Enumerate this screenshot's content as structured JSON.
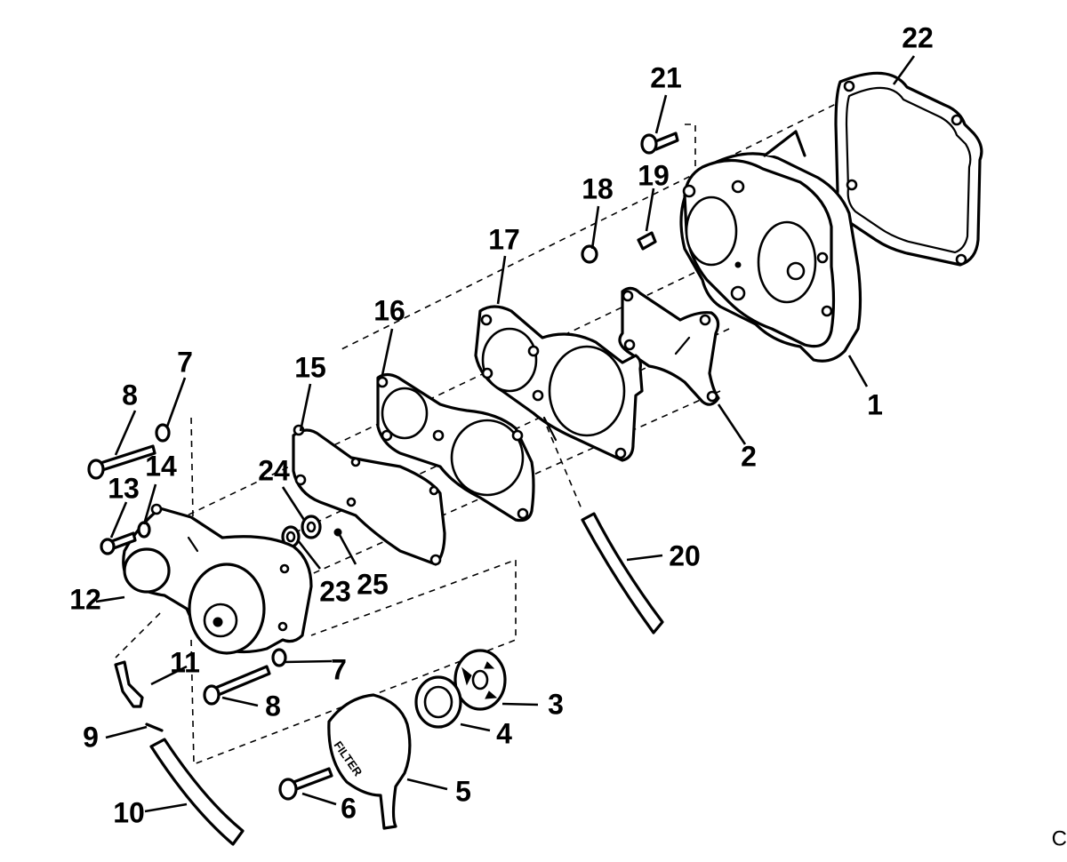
{
  "diagram": {
    "callouts": [
      "1",
      "2",
      "3",
      "4",
      "5",
      "6",
      "7",
      "7",
      "8",
      "8",
      "9",
      "10",
      "11",
      "12",
      "13",
      "14",
      "15",
      "16",
      "17",
      "18",
      "19",
      "20",
      "21",
      "22",
      "23",
      "24",
      "25"
    ],
    "filter_stamp": "FILTER",
    "corner_mark": "C"
  },
  "colors": {
    "ink": "#000000",
    "paper": "#ffffff"
  }
}
